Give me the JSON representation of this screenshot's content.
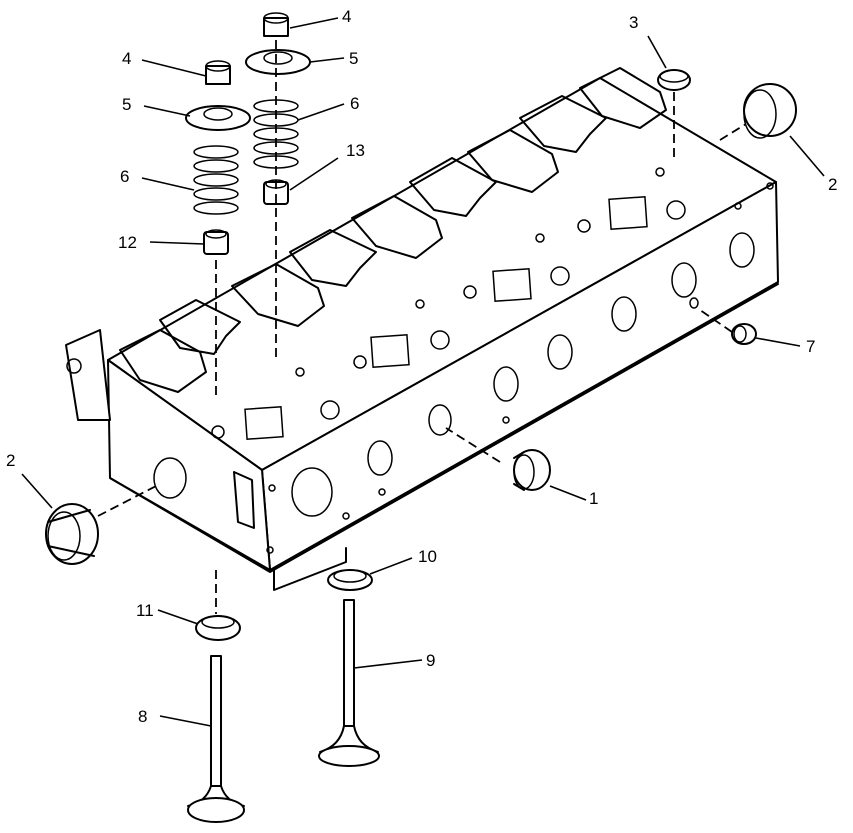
{
  "callouts": {
    "c1": "1",
    "c2_right": "2",
    "c2_left": "2",
    "c3": "3",
    "c4_top": "4",
    "c4_left": "4",
    "c5_right": "5",
    "c5_left": "5",
    "c6_right": "6",
    "c6_left": "6",
    "c7": "7",
    "c8": "8",
    "c9": "9",
    "c10": "10",
    "c11": "11",
    "c12": "12",
    "c13": "13"
  }
}
